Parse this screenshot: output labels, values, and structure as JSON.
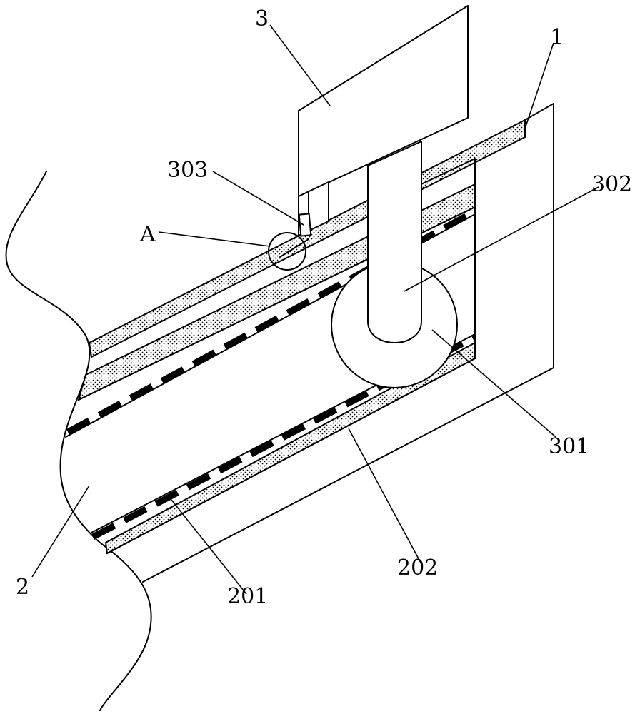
{
  "labels": {
    "l1": "1",
    "l2": "2",
    "l3": "3",
    "l201": "201",
    "l202": "202",
    "l301": "301",
    "l302": "302",
    "l303": "303",
    "lA": "A"
  }
}
